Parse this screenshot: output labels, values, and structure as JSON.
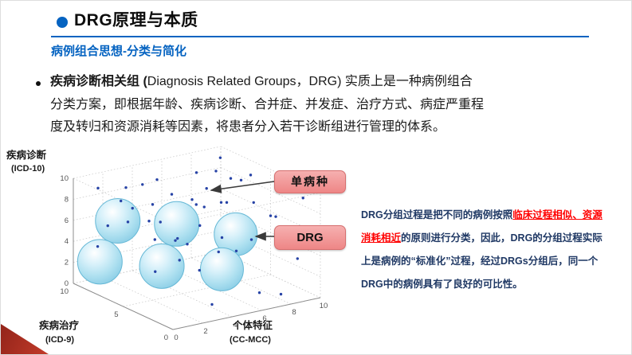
{
  "slide": {
    "title": "DRG原理与本质",
    "subtitle": "病例组合思想-分类与简化"
  },
  "bullet_para": {
    "segments": [
      {
        "style": "bold",
        "text": "疾病诊断相关组 ("
      },
      {
        "style": "plain",
        "text": "Diagnosis Related Groups，DRG) 实质上是一种病例组合\n分类方案，即根据年龄、疾病诊断、合并症、并发症、治疗方式、病症严重程\n度及转归和资源消耗等因素，将患者分入若干诊断组进行管理的体系。"
      }
    ]
  },
  "callouts": {
    "single_disease": "单病种",
    "drg": "DRG"
  },
  "right_text": {
    "segments": [
      {
        "style": "navy",
        "text": "DRG分组过程是把不同的病例按照"
      },
      {
        "style": "red",
        "text": "临床过程相似、资源\n消耗相近"
      },
      {
        "style": "navy",
        "text": "的原则进行分类，因此，DRG的分组过程实际\n上是病例的“标准化”过程，经过DRGs分组后，同一个\nDRG中的病例具有了良好的可比性。"
      }
    ]
  },
  "colors": {
    "accent": "#0563C1",
    "navy": "#1F3864",
    "red": "#FF0000",
    "dot": "#2743A6",
    "callout_light": "#F6B0B0",
    "callout_dark": "#EE8686",
    "callout_border": "#D76F6F",
    "triangle_dark": "#93241A",
    "triangle_light": "#C23B2A",
    "sphere_stroke": "#66B8D6"
  },
  "chart_data": {
    "type": "scatter",
    "projection": "3d",
    "grid": true,
    "title": "",
    "axes": {
      "z": {
        "label": "疾病诊断",
        "sublabel": "(ICD-10)",
        "ticks": [
          0,
          2,
          4,
          6,
          8,
          10
        ],
        "range": [
          0,
          10
        ]
      },
      "left": {
        "label": "疾病治疗",
        "sublabel": "(ICD-9)",
        "ticks": [
          0,
          5,
          10
        ],
        "range": [
          0,
          10
        ]
      },
      "right": {
        "label": "个体特征",
        "sublabel": "(CC-MCC)",
        "ticks": [
          0,
          2,
          4,
          6,
          8,
          10
        ],
        "range": [
          0,
          10
        ]
      }
    },
    "clusters": [
      {
        "center": [
          2,
          8.5,
          6
        ],
        "r": 28
      },
      {
        "center": [
          6,
          8.5,
          4.5
        ],
        "r": 28
      },
      {
        "center": [
          10,
          8.5,
          2.3
        ],
        "r": 27
      },
      {
        "center": [
          0.45,
          8,
          2.8
        ],
        "r": 28
      },
      {
        "center": [
          3.3,
          6,
          2.4
        ],
        "r": 28
      },
      {
        "center": [
          6.7,
          5,
          1.5
        ],
        "r": 27
      }
    ],
    "points": [
      [
        1,
        9,
        9.2
      ],
      [
        3,
        7.5,
        9.6
      ],
      [
        5,
        9,
        8.8
      ],
      [
        7,
        8,
        9.3
      ],
      [
        9,
        9,
        8.4
      ],
      [
        2,
        5,
        9.1
      ],
      [
        4,
        4,
        9.4
      ],
      [
        6.2,
        5.8,
        9
      ],
      [
        8,
        5,
        9.6
      ],
      [
        10,
        7,
        8.6
      ],
      [
        0.5,
        2,
        9.2
      ],
      [
        2.5,
        1,
        8.7
      ],
      [
        5,
        2,
        9.7
      ],
      [
        7.5,
        3,
        8.5
      ],
      [
        9.5,
        1,
        9.2
      ],
      [
        1,
        6,
        7.3
      ],
      [
        3,
        8.5,
        6.9
      ],
      [
        6,
        9,
        7.1
      ],
      [
        8,
        7,
        6.6
      ],
      [
        10,
        9,
        7.4
      ],
      [
        0.8,
        3,
        7
      ],
      [
        4,
        1,
        7.1
      ],
      [
        9,
        3,
        6.7
      ],
      [
        2,
        9.5,
        5.1
      ],
      [
        5,
        9.8,
        4.5
      ],
      [
        8,
        9.5,
        5.3
      ],
      [
        10,
        5,
        5.6
      ],
      [
        0.3,
        8,
        4.3
      ],
      [
        3,
        3,
        5.9
      ],
      [
        6,
        1,
        6.3
      ],
      [
        9,
        0.5,
        5.7
      ],
      [
        1.5,
        4,
        3.3
      ],
      [
        4.5,
        6,
        2.6
      ],
      [
        7,
        4,
        3.6
      ],
      [
        9.8,
        2,
        2.9
      ],
      [
        0.5,
        0.5,
        8.1
      ],
      [
        2,
        0.3,
        4.9
      ],
      [
        6,
        0.2,
        1.6
      ],
      [
        8.5,
        8,
        1.3
      ],
      [
        3.5,
        9.9,
        8.1
      ],
      [
        7,
        9.9,
        2.2
      ],
      [
        9.9,
        9.9,
        9
      ],
      [
        5.5,
        5,
        7.8
      ],
      [
        1.2,
        7,
        8.8
      ],
      [
        8,
        1,
        0.5
      ],
      [
        4,
        2,
        0.3
      ]
    ]
  }
}
